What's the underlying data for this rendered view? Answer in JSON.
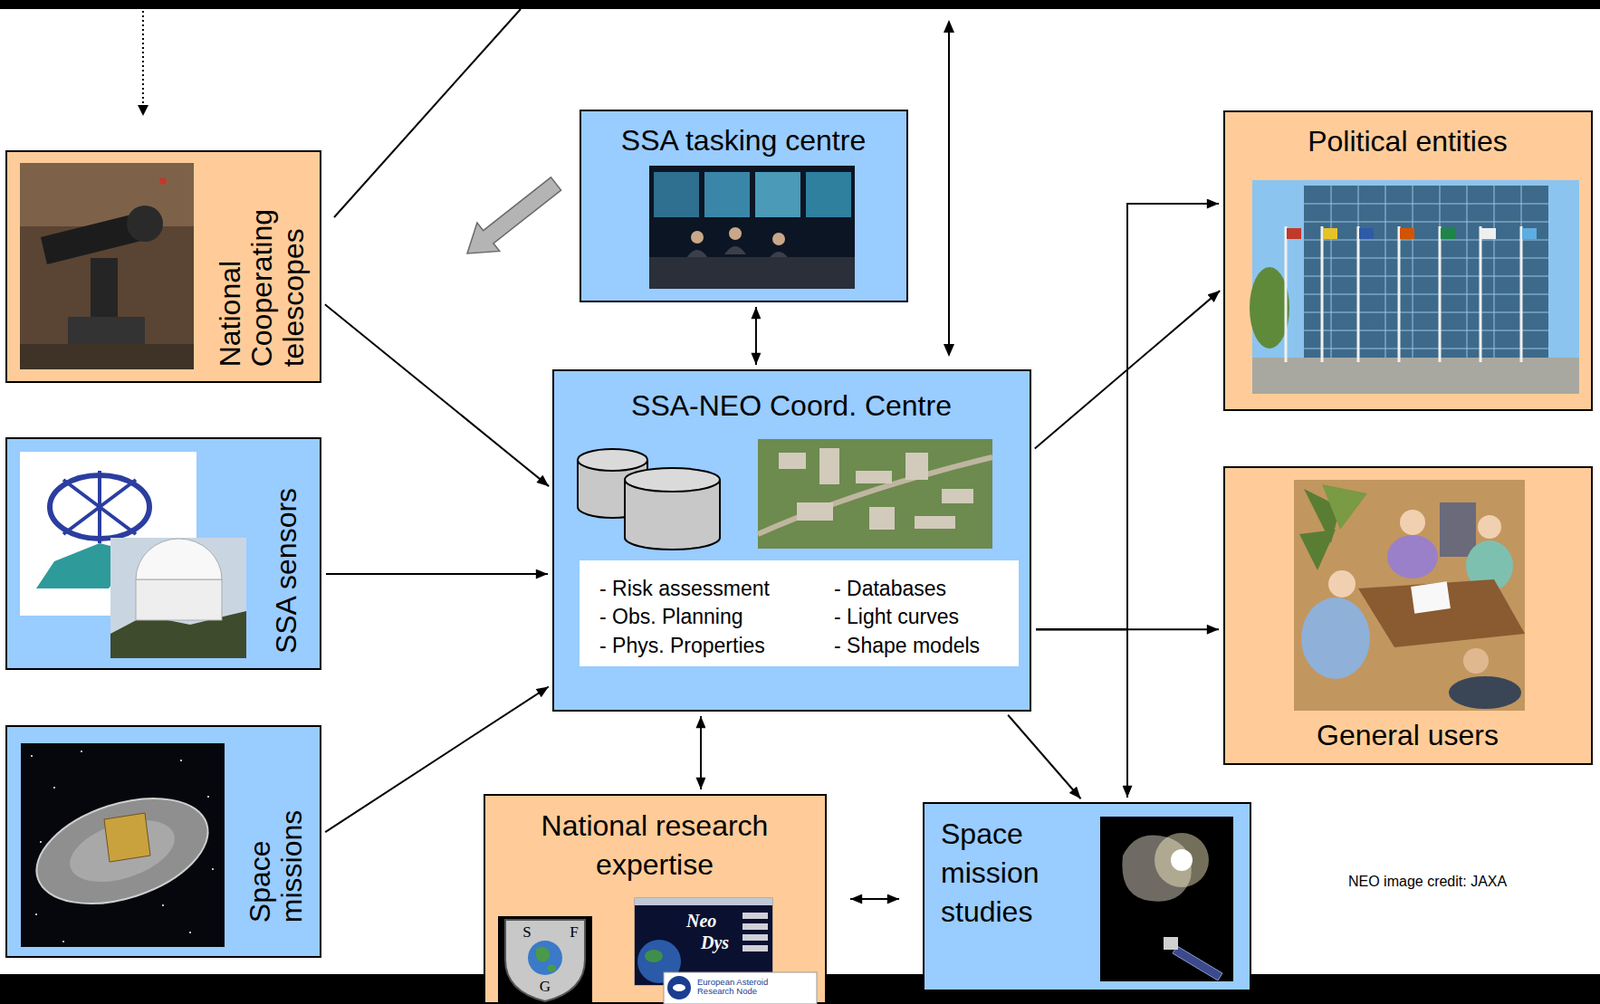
{
  "diagram": {
    "nodes": [
      {
        "text": [
          "National Cooperating telescopes"
        ]
      },
      {
        "text": [
          "SSA tasking centre"
        ]
      },
      {
        "text": [
          "Political entities"
        ]
      },
      {
        "text": [
          "SSA-NEO Coord. Centre",
          "- Risk assessment",
          "- Obs. Planning",
          "- Phys. Properties",
          "- Databases",
          "- Light curves",
          "- Shape models"
        ]
      },
      {
        "text": [
          "SSA sensors"
        ]
      },
      {
        "text": [
          "General users"
        ]
      },
      {
        "text": [
          "Space missions"
        ]
      },
      {
        "text": [
          "National research expertise"
        ]
      },
      {
        "text": [
          "Space mission studies"
        ]
      }
    ],
    "edges": [
      {
        "from": 0,
        "to": 3,
        "arrow": "to"
      },
      {
        "from": 4,
        "to": 3,
        "arrow": "to"
      },
      {
        "from": 6,
        "to": 3,
        "arrow": "to"
      },
      {
        "from": 1,
        "to": 3,
        "arrow": "both"
      },
      {
        "from": 3,
        "to": 2,
        "arrow": "to"
      },
      {
        "from": 3,
        "to": 5,
        "arrow": "to"
      },
      {
        "from": 3,
        "to": 2,
        "arrow": "to"
      },
      {
        "from": 3,
        "to": 8,
        "arrow": "to"
      },
      {
        "from": 3,
        "to": 8,
        "arrow": "to"
      },
      {
        "from": 3,
        "to": 7,
        "arrow": "both"
      },
      {
        "from": 7,
        "to": 8,
        "arrow": "both"
      }
    ],
    "labels": [
      "S",
      "F",
      "G",
      "Neo",
      "Dys",
      "European Asteroid Research Node",
      "NEO image credit: JAXA"
    ]
  }
}
